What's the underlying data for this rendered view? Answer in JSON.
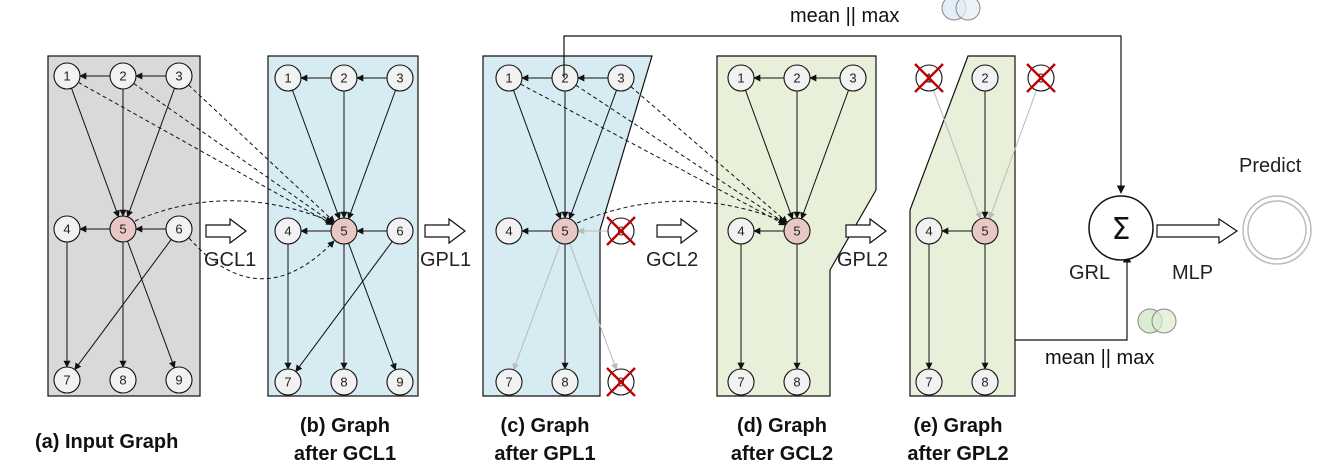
{
  "nodes": [
    "1",
    "2",
    "3",
    "4",
    "5",
    "6",
    "7",
    "8",
    "9"
  ],
  "operations": {
    "gcl1": "GCL1",
    "gpl1": "GPL1",
    "gcl2": "GCL2",
    "gpl2": "GPL2",
    "mlp": "MLP",
    "grl": "GRL",
    "sum_symbol": "Σ",
    "predict": "Predict",
    "readout_top": "mean || max",
    "readout_bottom": "mean || max"
  },
  "captions": {
    "a": [
      "(a) Input Graph"
    ],
    "b": [
      "(b) Graph",
      "after GCL1"
    ],
    "c": [
      "(c) Graph",
      "after GPL1"
    ],
    "d": [
      "(d) Graph",
      "after GCL2"
    ],
    "e": [
      "(e) Graph",
      "after GPL2"
    ]
  },
  "colors": {
    "panel_a": "#d9d9d9",
    "panel_b": "#d6ebf2",
    "panel_c": "#d6ebf2",
    "panel_d": "#e8f0d9",
    "panel_e": "#e8f0d9",
    "center_node": "#e8c8c4",
    "node": "#f2f2f2",
    "cross": "#c00000"
  }
}
